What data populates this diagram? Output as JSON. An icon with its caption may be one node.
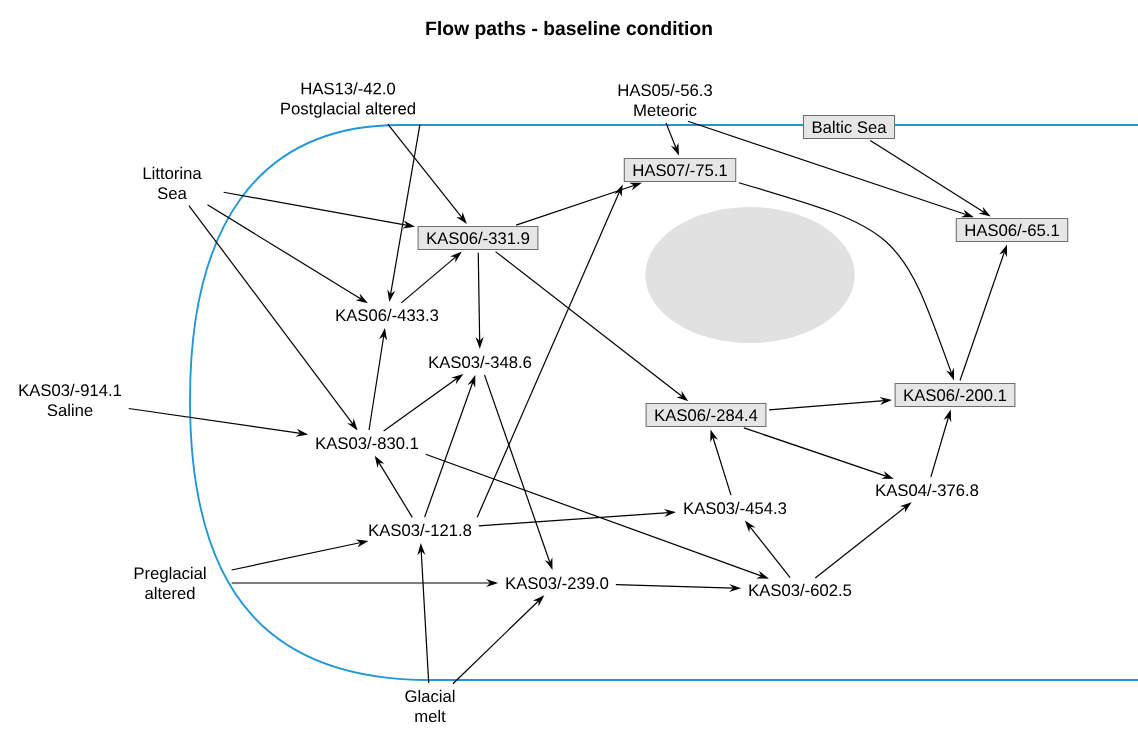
{
  "diagram": {
    "title": "Flow paths - baseline condition",
    "nodes": [
      {
        "text": [
          "HAS13/-42.0",
          "Postglacial altered"
        ]
      },
      {
        "text": [
          "HAS05/-56.3",
          "Meteoric"
        ]
      },
      {
        "text": [
          "Baltic Sea"
        ]
      },
      {
        "text": [
          "Littorina Sea"
        ]
      },
      {
        "text": [
          "HAS07/-75.1"
        ]
      },
      {
        "text": [
          "KAS06/-331.9"
        ]
      },
      {
        "text": [
          "HAS06/-65.1"
        ]
      },
      {
        "text": [
          "KAS06/-433.3"
        ]
      },
      {
        "text": [
          "KAS03/-348.6"
        ]
      },
      {
        "text": [
          "KAS03/-914.1",
          "Saline"
        ]
      },
      {
        "text": [
          "KAS03/-830.1"
        ]
      },
      {
        "text": [
          "KAS06/-284.4"
        ]
      },
      {
        "text": [
          "KAS06/-200.1"
        ]
      },
      {
        "text": [
          "KAS04/-376.8"
        ]
      },
      {
        "text": [
          "KAS03/-454.3"
        ]
      },
      {
        "text": [
          "KAS03/-121.8"
        ]
      },
      {
        "text": [
          "Preglacial altered"
        ]
      },
      {
        "text": [
          "KAS03/-239.0"
        ]
      },
      {
        "text": [
          "KAS03/-602.5"
        ]
      },
      {
        "text": [
          "Glacial melt"
        ]
      },
      {
        "text": [],
        "shape": "ellipse"
      }
    ],
    "edges": [
      {
        "from": 0,
        "to": 7,
        "arrow": "to"
      },
      {
        "from": 0,
        "to": 5,
        "arrow": "to"
      },
      {
        "from": 1,
        "to": 4,
        "arrow": "to"
      },
      {
        "from": 1,
        "to": 6,
        "arrow": "to"
      },
      {
        "from": 2,
        "to": 6,
        "arrow": "to"
      },
      {
        "from": 3,
        "to": 5,
        "arrow": "to"
      },
      {
        "from": 3,
        "to": 7,
        "arrow": "to"
      },
      {
        "from": 3,
        "to": 10,
        "arrow": "to"
      },
      {
        "from": 5,
        "to": 4,
        "arrow": "to"
      },
      {
        "from": 5,
        "to": 8,
        "arrow": "to"
      },
      {
        "from": 5,
        "to": 11,
        "arrow": "to"
      },
      {
        "from": 4,
        "to": 12,
        "arrow": "to"
      },
      {
        "from": 7,
        "to": 5,
        "arrow": "to"
      },
      {
        "from": 10,
        "to": 7,
        "arrow": "to"
      },
      {
        "from": 10,
        "to": 8,
        "arrow": "to"
      },
      {
        "from": 10,
        "to": 18,
        "arrow": "to"
      },
      {
        "from": 9,
        "to": 10,
        "arrow": "to"
      },
      {
        "from": 15,
        "to": 10,
        "arrow": "to"
      },
      {
        "from": 15,
        "to": 8,
        "arrow": "to"
      },
      {
        "from": 15,
        "to": 4,
        "arrow": "to"
      },
      {
        "from": 15,
        "to": 14,
        "arrow": "to"
      },
      {
        "from": 8,
        "to": 17,
        "arrow": "to"
      },
      {
        "from": 16,
        "to": 15,
        "arrow": "to"
      },
      {
        "from": 16,
        "to": 17,
        "arrow": "to"
      },
      {
        "from": 19,
        "to": 15,
        "arrow": "to"
      },
      {
        "from": 19,
        "to": 17,
        "arrow": "to"
      },
      {
        "from": 17,
        "to": 18,
        "arrow": "to"
      },
      {
        "from": 18,
        "to": 14,
        "arrow": "to"
      },
      {
        "from": 18,
        "to": 13,
        "arrow": "to"
      },
      {
        "from": 14,
        "to": 11,
        "arrow": "to"
      },
      {
        "from": 11,
        "to": 12,
        "arrow": "to"
      },
      {
        "from": 11,
        "to": 13,
        "arrow": "to"
      },
      {
        "from": 13,
        "to": 12,
        "arrow": "to"
      },
      {
        "from": 12,
        "to": 6,
        "arrow": "to"
      }
    ]
  }
}
